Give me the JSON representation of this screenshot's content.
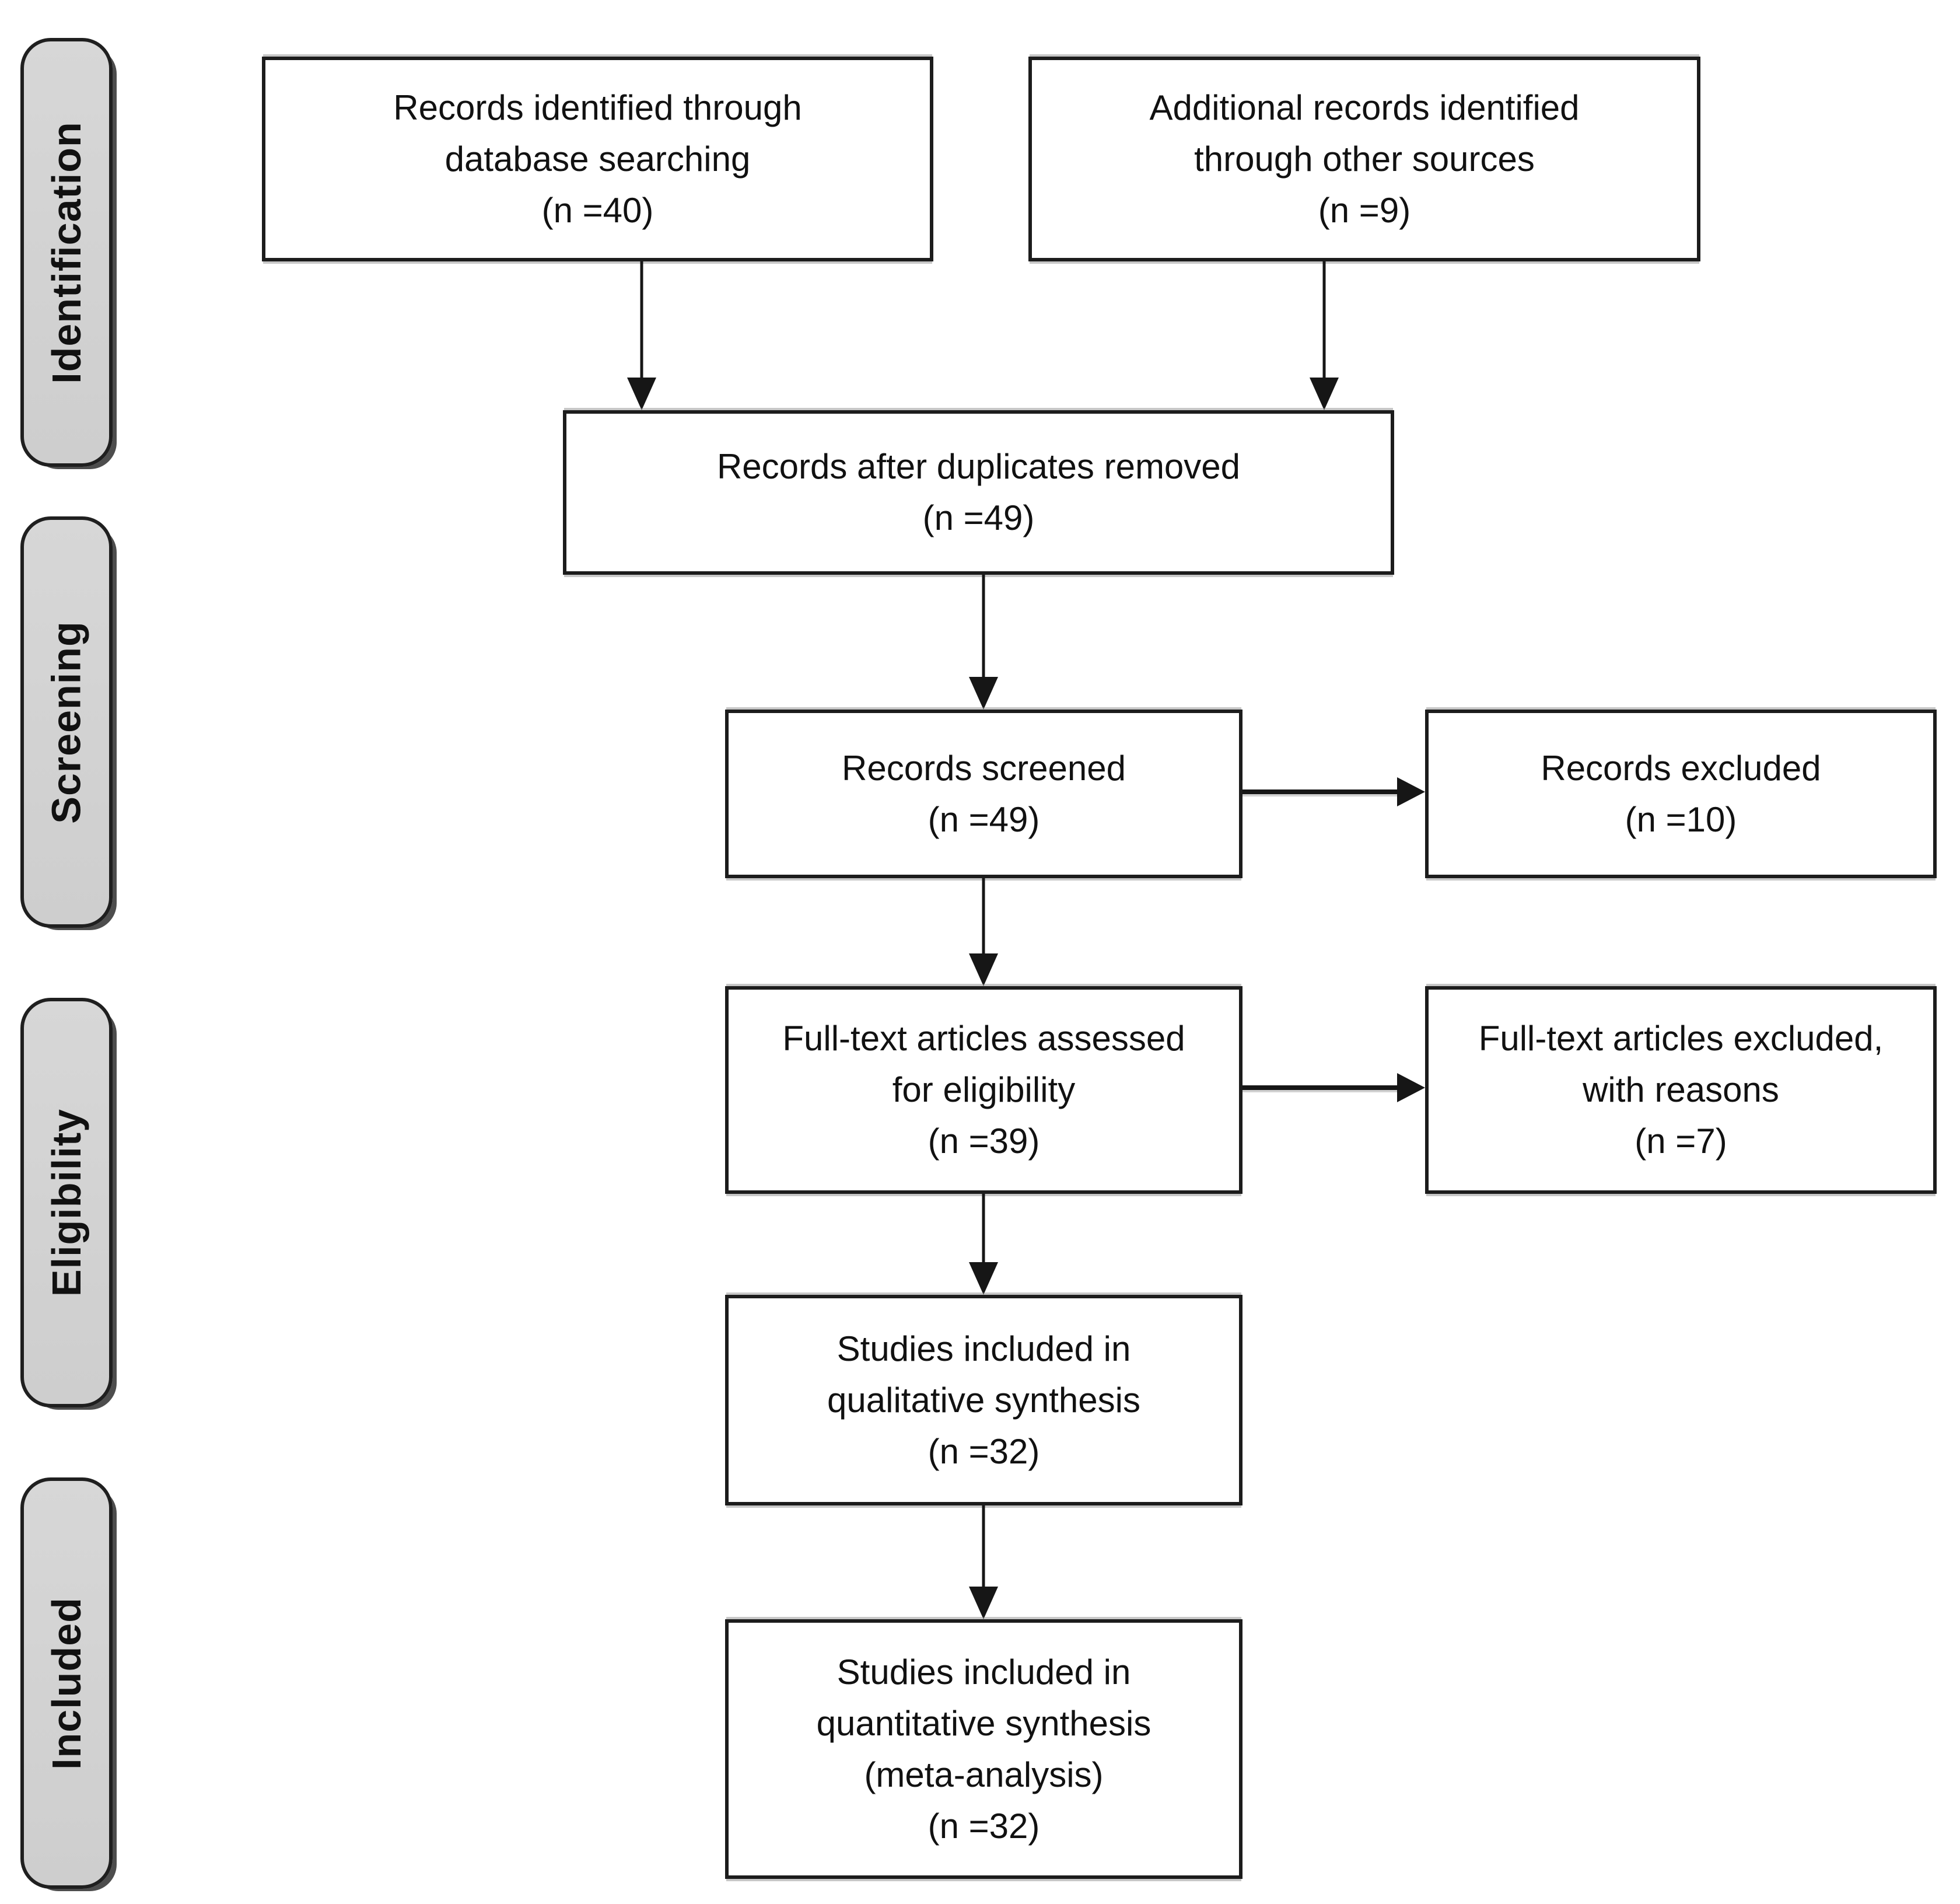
{
  "diagram": {
    "kind": "PRISMA flow diagram",
    "colors": {
      "background": "#ffffff",
      "box_fill": "#ffffff",
      "box_border": "#1c1c1c",
      "stage_fill": "#d3d3d3",
      "stage_border": "#1f1f1f",
      "text": "#111111"
    },
    "stages": [
      {
        "id": "identification",
        "label": "Identification"
      },
      {
        "id": "screening",
        "label": "Screening"
      },
      {
        "id": "eligibility",
        "label": "Eligibility"
      },
      {
        "id": "included",
        "label": "Included"
      }
    ],
    "nodes": [
      {
        "id": "records-identified",
        "text": "Records identified through\ndatabase searching",
        "count": "(n =40)"
      },
      {
        "id": "additional-records",
        "text": "Additional records identified\nthrough other sources",
        "count": "(n =9)"
      },
      {
        "id": "after-duplicates",
        "text": "Records after duplicates removed",
        "count": "(n =49)"
      },
      {
        "id": "records-screened",
        "text": "Records screened",
        "count": "(n =49)"
      },
      {
        "id": "records-excluded",
        "text": "Records excluded",
        "count": "(n =10)"
      },
      {
        "id": "fulltext-assessed",
        "text": "Full-text articles assessed\nfor eligibility",
        "count": "(n =39)"
      },
      {
        "id": "fulltext-excluded",
        "text": "Full-text articles excluded,\nwith reasons",
        "count": "(n =7)"
      },
      {
        "id": "qualitative-included",
        "text": "Studies included in\nqualitative synthesis",
        "count": "(n =32)"
      },
      {
        "id": "quantitative-included",
        "text": "Studies included in\nquantitative synthesis\n(meta-analysis)",
        "count": "(n =32)"
      }
    ]
  }
}
